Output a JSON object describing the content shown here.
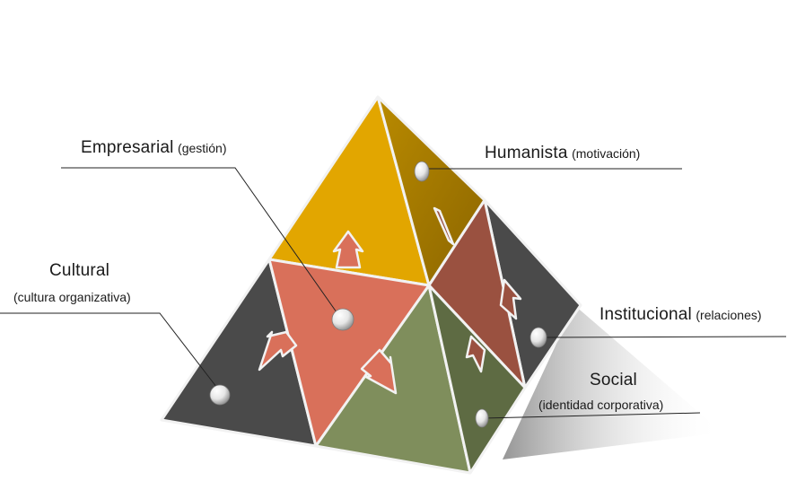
{
  "labels": {
    "empresarial": {
      "title": "Empresarial",
      "detail": "(gestión)"
    },
    "humanista": {
      "title": "Humanista",
      "detail": "(motivación)"
    },
    "cultural": {
      "title": "Cultural",
      "detail": "(cultura organizativa)"
    },
    "institucional": {
      "title": "Institucional",
      "detail": "(relaciones)"
    },
    "social": {
      "title": "Social",
      "detail": "(identidad corporativa)"
    }
  },
  "colors": {
    "gold": "#E2A600",
    "salmon": "#D9705A",
    "dark_gray": "#4A4A4A",
    "olive": "#7F8E5C",
    "brown": "#9A5140",
    "outline": "#F2F2F2"
  }
}
